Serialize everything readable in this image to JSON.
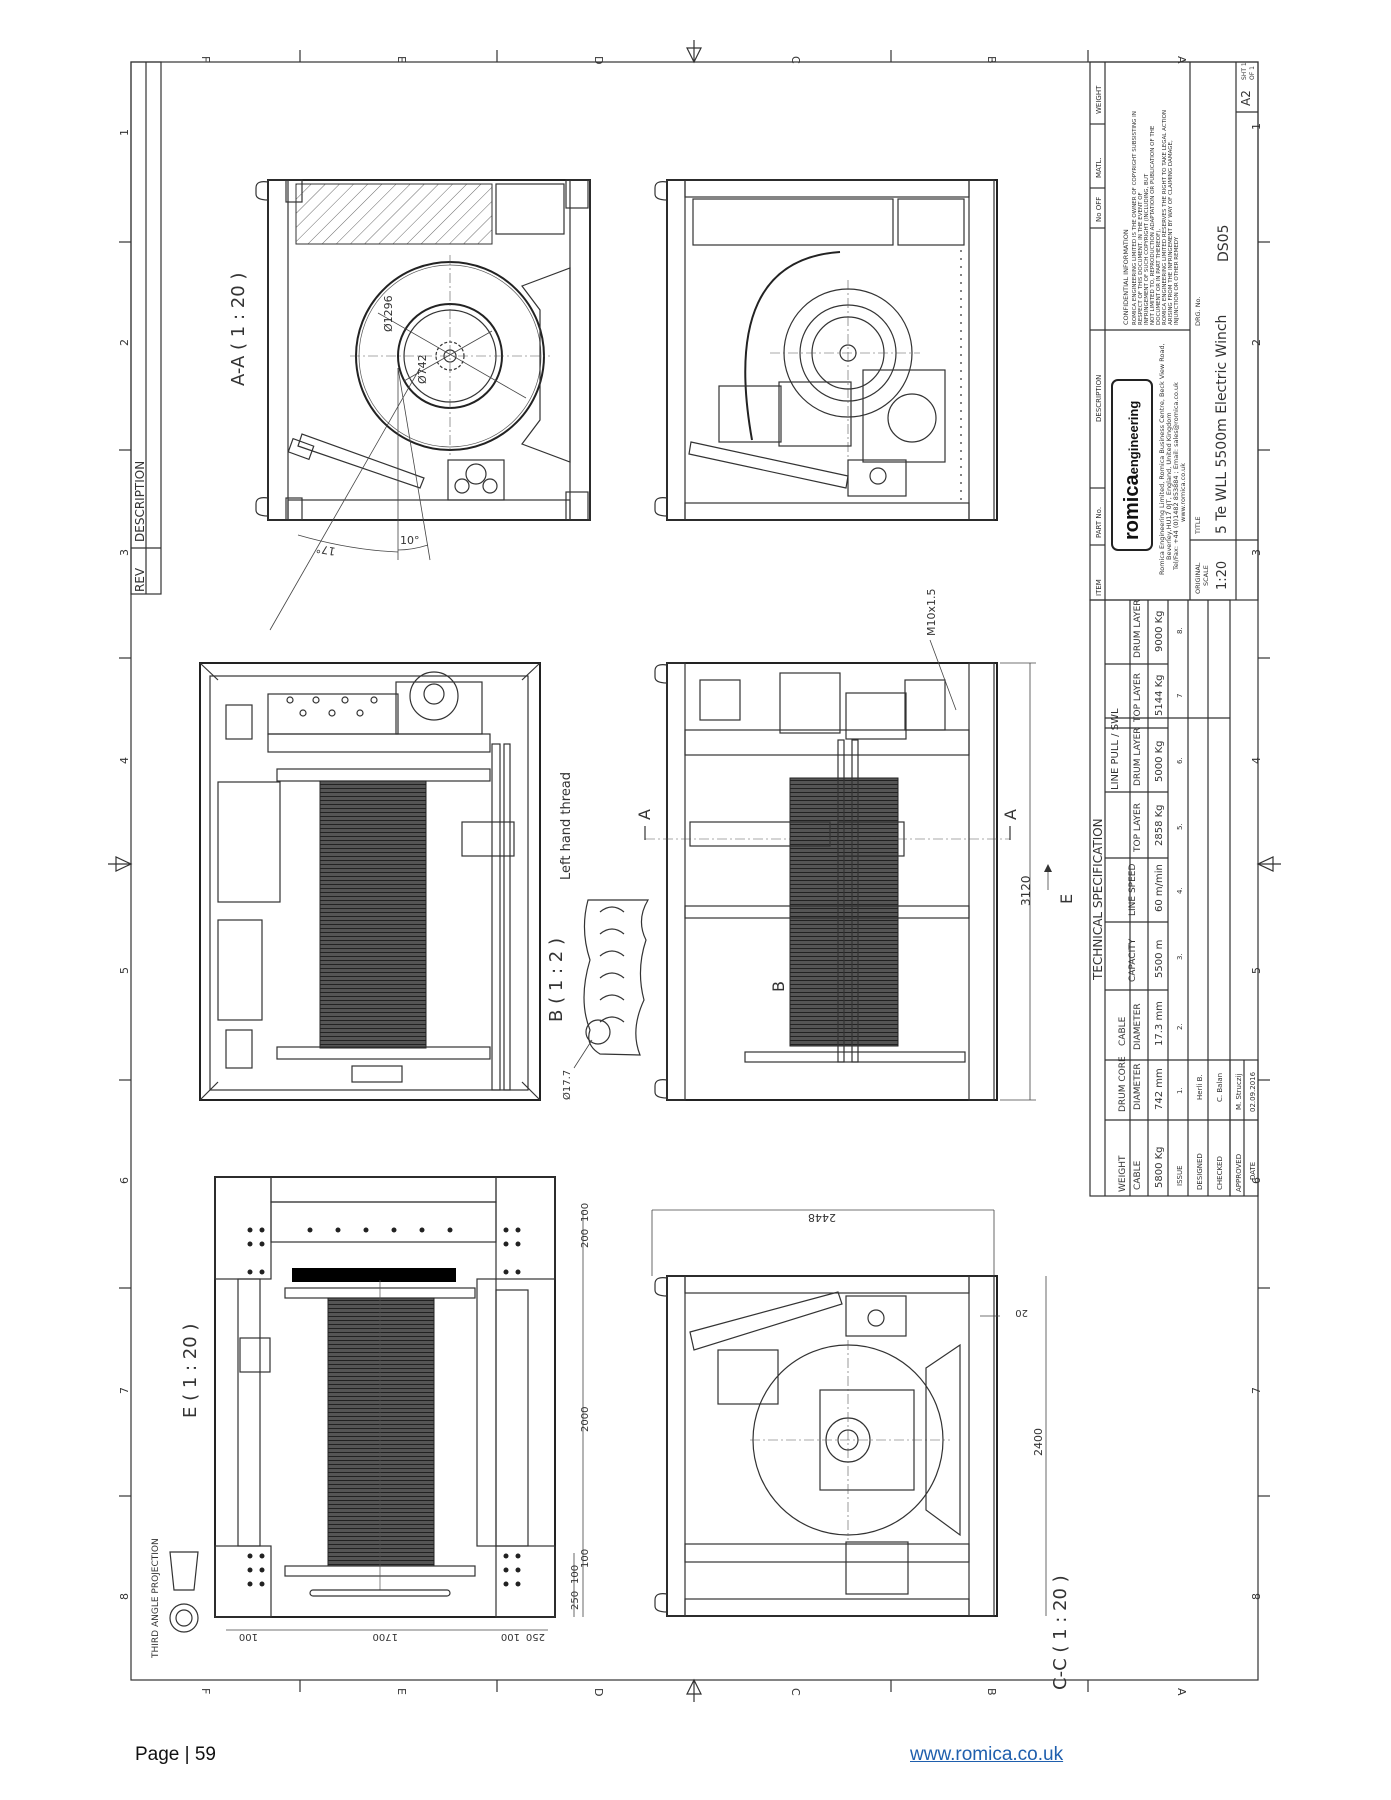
{
  "sheet": {
    "zone_letters": [
      "F",
      "E",
      "D",
      "C",
      "B",
      "A"
    ],
    "zone_numbers": [
      "1",
      "2",
      "3",
      "4",
      "5",
      "6",
      "7",
      "8"
    ],
    "projection_label": "THIRD ANGLE PROJECTION"
  },
  "revision_block": {
    "rev_header": "REV",
    "description_header": "DESCRIPTION"
  },
  "views": {
    "section_aa": {
      "label": "A-A ( 1 : 20 )",
      "dim_outer": "Ø1296",
      "dim_core": "Ø742",
      "angle_1": "10°",
      "angle_2": "17°"
    },
    "detail_b": {
      "label": "B ( 1 : 2 )",
      "note": "Left hand thread",
      "dim": "Ø17.7"
    },
    "plan_view": {
      "section_marker": "A",
      "detail_marker": "B",
      "thread_callout": "M10x1.5",
      "dim_length": "3120",
      "view_marker": "E"
    },
    "view_e": {
      "label": "E ( 1 : 20 )",
      "dims": [
        "100",
        "1700",
        "100",
        "250",
        "200",
        "100",
        "2000",
        "100",
        "100",
        "250"
      ]
    },
    "section_cc": {
      "label": "C-C ( 1 : 20 )",
      "dim_width": "2448",
      "dim_height": "2400",
      "dim_offset": "20"
    }
  },
  "spec_table": {
    "title": "TECHNICAL SPECIFICATION",
    "group_header": "LINE PULL / SWL",
    "columns": [
      "WEIGHT WITHOUT CABLE",
      "DRUM CORE DIAMETER",
      "CABLE DIAMETER",
      "CAPACITY",
      "LINE SPEED",
      "TOP LAYER",
      "DRUM LAYER",
      "TOP LAYER",
      "DRUM LAYER"
    ],
    "values": [
      "5800 Kg",
      "742 mm",
      "17.3 mm",
      "5500 m",
      "60 m/min",
      "2858 Kg",
      "5000 Kg",
      "5144 Kg",
      "9000 Kg"
    ],
    "issue_label": "ISSUE",
    "issue_numbers": [
      "1.",
      "2.",
      "3.",
      "4.",
      "5.",
      "6.",
      "7",
      "8."
    ],
    "designed_label": "DESIGNED",
    "designed_by": "Herli B.",
    "checked_label": "CHECKED",
    "checked_by": "C. Balan",
    "approved_label": "APPROVED",
    "approved_by": "M. Struczij",
    "date_label": "DATE",
    "date": "02.09.2016"
  },
  "title_block": {
    "item_header": "ITEM",
    "part_header": "PART No.",
    "description_header": "DESCRIPTION",
    "no_off_header": "No OFF",
    "matl_header": "MATL.",
    "weight_header": "WEIGHT",
    "logo_bold": "romica",
    "logo_light": "engineering",
    "address_lines": [
      "Romica Engineering Limited, Romica Business Centre, Beck View Road,",
      "Beverley,HU17 0JT, England, United Kingdom",
      "Tel/Fax: +44 (0)1482 853884 ; Email: sales@romica.co.uk",
      "www.romica.co.uk"
    ],
    "confidential_title": "CONFIDENTIAL INFORMATION",
    "confidential_lines": [
      "ROMICA ENGINEERING LIMITED IS THE OWNER OF COPYRIGHT SUBSISTING IN",
      "RESPECT OF THIS DOCUMENT. IN THE EVENT OF",
      "INFRINGEMENT OF SUCH COPYRIGHT (INCLUDING, BUT",
      "NOT LIMITED TO, REPRODUCTION ADAPTATION OR PUBLICATION OF THE",
      "DOCUMENT OR IN PART THEREOF),",
      "ROMICA ENGINEERING LIMITED RESERVES THE RIGHT TO TAKE LEGAL ACTION",
      "ARISING FROM THE INFRINGEMENT BY WAY OF CLAIMING DAMAGE,",
      "INJUNCTION OR OTHER REMEDY"
    ],
    "original_scale_label_1": "ORIGINAL",
    "original_scale_label_2": "SCALE",
    "scale": "1:20",
    "title_label": "TITLE",
    "title": "5 Te WLL 5500m Electric Winch",
    "drg_label": "DRG. No.",
    "drg_number": "DS05",
    "sheet_size": "A2",
    "sheet_label": "SHT",
    "sheet_no": "1",
    "of_label": "OF",
    "sheet_total": "1"
  },
  "footer": {
    "page": "Page | 59",
    "url": "www.romica.co.uk"
  }
}
